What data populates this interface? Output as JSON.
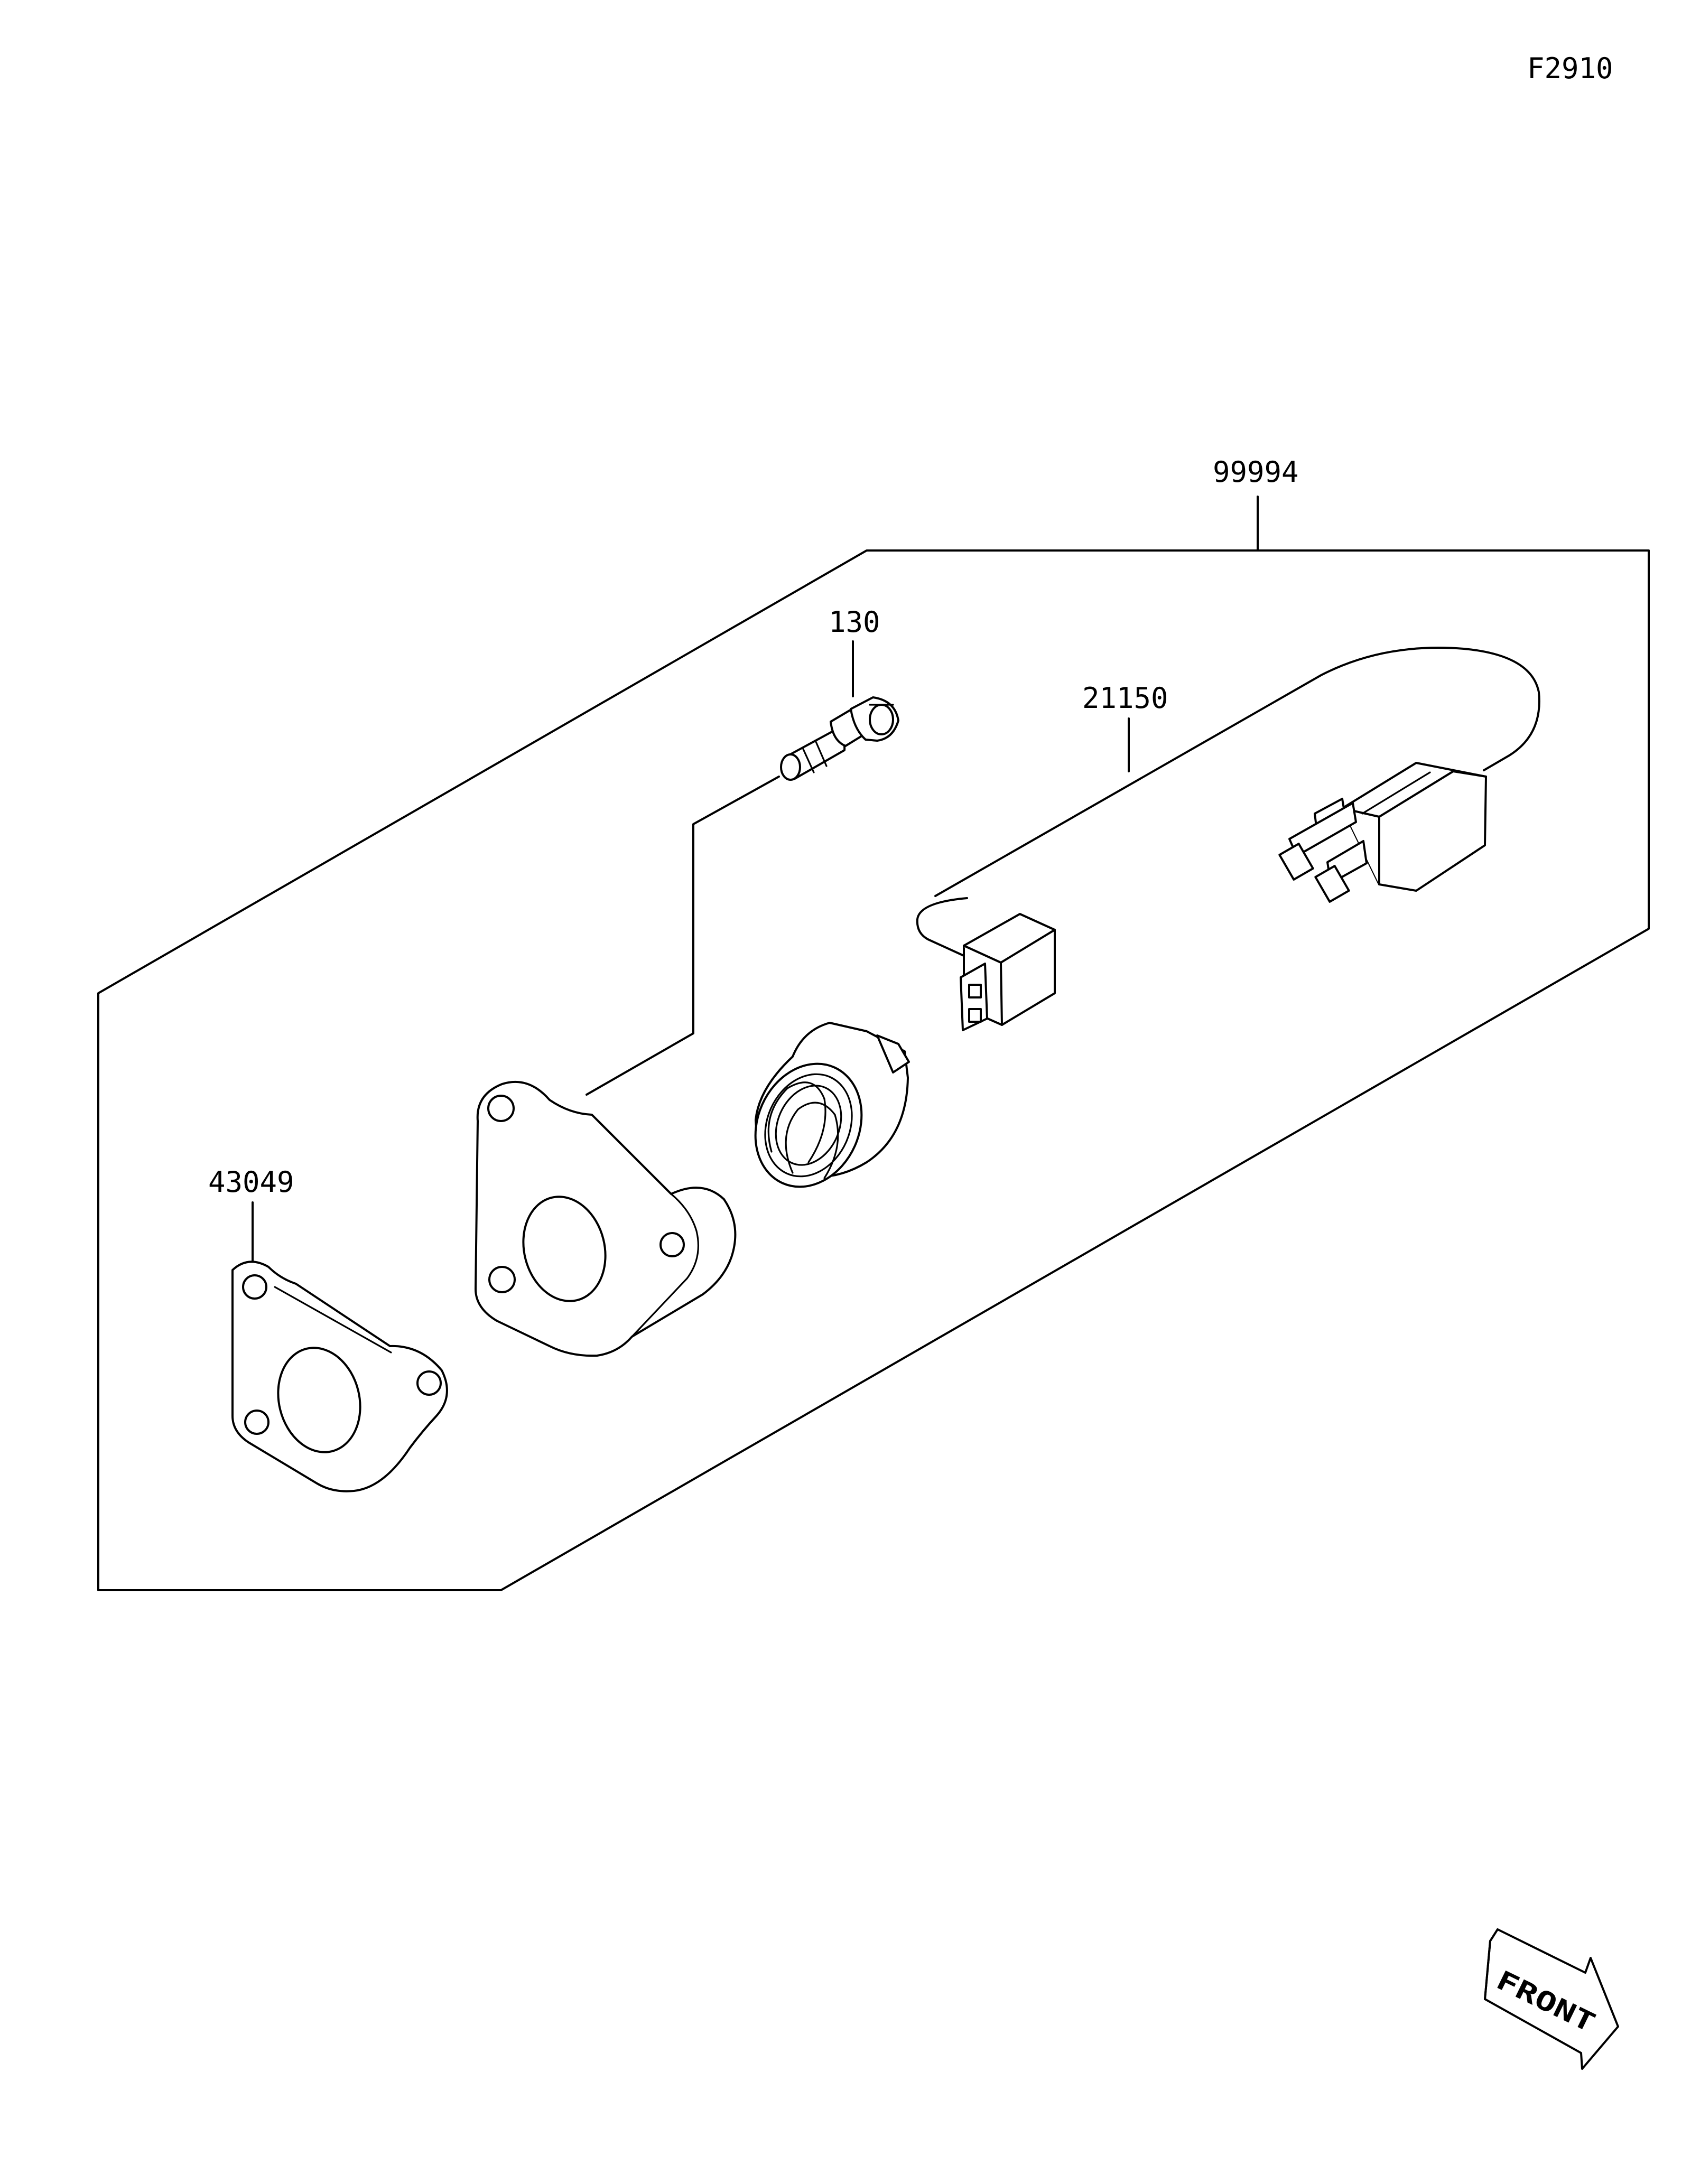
{
  "figure_code": "F2910",
  "callouts": {
    "kit": "99994",
    "bolt": "130",
    "harness": "21150",
    "gasket": "43049"
  },
  "direction_marker": {
    "text": "FRONT",
    "icon": "front-arrow-icon"
  }
}
